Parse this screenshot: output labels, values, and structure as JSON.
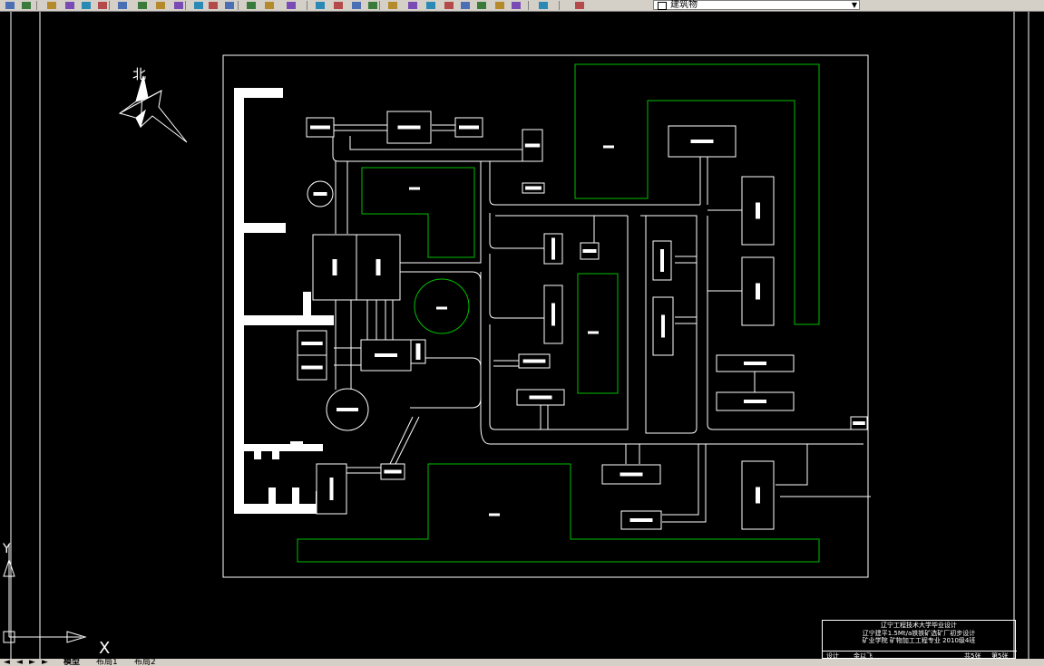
{
  "toolbar": {
    "layer_name": "建筑物",
    "buttons": [
      "new-icon",
      "save-icon",
      "print-icon",
      "preview-icon",
      "plot-icon",
      "publish-icon",
      "cut-icon",
      "copy-icon",
      "paste-icon",
      "matchprop-icon",
      "blockeditor-icon",
      "undo-icon",
      "redo-icon",
      "pan-icon",
      "zoom-realtime-icon",
      "zoom-window-icon",
      "zoom-previous-icon",
      "properties-icon",
      "designcenter-icon",
      "toolpalettes-icon",
      "sheetset-icon",
      "markup-icon",
      "calculator-icon",
      "help-icon",
      "layer-manager-icon"
    ]
  },
  "drawing": {
    "north_label": "北",
    "ucs_x": "X",
    "ucs_y": "Y"
  },
  "title_block": {
    "line1": "辽宁工程技术大学毕业设计",
    "line2": "辽宁建平1.5Mt/a铁铁矿选矿厂初步设计",
    "line3": "矿业学院  矿物加工工程专业  2010级4班",
    "cell_design": "设计",
    "cell_name": "金以飞",
    "cell_sheet": "共5张",
    "cell_no": "第5张"
  },
  "tabs": {
    "model": "模型",
    "layout1": "布局1",
    "layout2": "布局2"
  },
  "colors": {
    "background": "#000000",
    "building": "#ffffff",
    "green_area": "#00c000",
    "ui_gray": "#d4d0c8"
  }
}
